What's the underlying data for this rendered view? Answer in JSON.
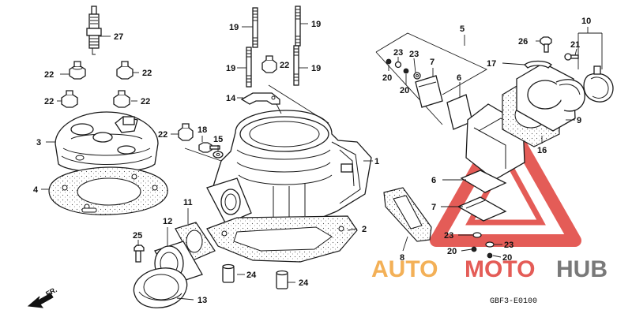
{
  "diagram": {
    "drawing_code": "GBF3-E0100",
    "direction_label": "FR.",
    "callouts": {
      "c1": "1",
      "c2": "2",
      "c3": "3",
      "c4": "4",
      "c5": "5",
      "c6a": "6",
      "c6b": "6",
      "c7a": "7",
      "c7b": "7",
      "c8": "8",
      "c9": "9",
      "c10": "10",
      "c11": "11",
      "c12": "12",
      "c13": "13",
      "c14": "14",
      "c15": "15",
      "c16": "16",
      "c17": "17",
      "c18": "18",
      "c19a": "19",
      "c19b": "19",
      "c19c": "19",
      "c19d": "19",
      "c20a": "20",
      "c20b": "20",
      "c20c": "20",
      "c20d": "20",
      "c21": "21",
      "c22a": "22",
      "c22b": "22",
      "c22c": "22",
      "c22d": "22",
      "c22e": "22",
      "c22f": "22",
      "c23a": "23",
      "c23b": "23",
      "c23c": "23",
      "c23d": "23",
      "c24a": "24",
      "c24b": "24",
      "c25": "25",
      "c26": "26",
      "c27": "27"
    }
  },
  "watermark": {
    "text_a": "AUTO",
    "text_b": "MOTO",
    "text_c": "HUB",
    "colors": {
      "red": "#e0403a",
      "orange": "#f2a33a",
      "gray": "#6b6b6b"
    }
  }
}
